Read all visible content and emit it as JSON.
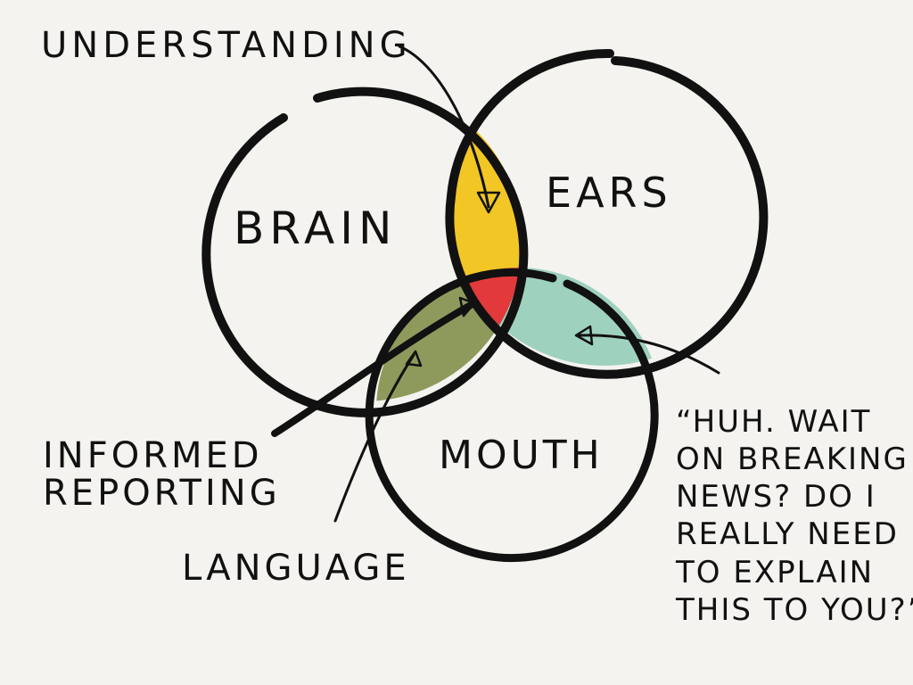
{
  "labels": {
    "understanding": "UNDERSTANDING",
    "brain": "BRAIN",
    "ears": "EARS",
    "mouth": "MOUTH",
    "informed_line1": "INFORMED",
    "informed_line2": "REPORTING",
    "language": "LANGUAGE",
    "quote_lines": [
      "“HUH. WAIT",
      "ON BREAKING",
      "NEWS? DO I",
      "REALLY NEED",
      "TO EXPLAIN",
      "THIS TO YOU?”"
    ]
  },
  "colors": {
    "background": "#f4f3ef",
    "ink": "#111111",
    "brain_ears_overlap": "#f2c624",
    "all_three_overlap": "#e23a3a",
    "brain_mouth_overlap": "#8e9a5c",
    "ears_mouth_overlap": "#9fd1bf"
  }
}
